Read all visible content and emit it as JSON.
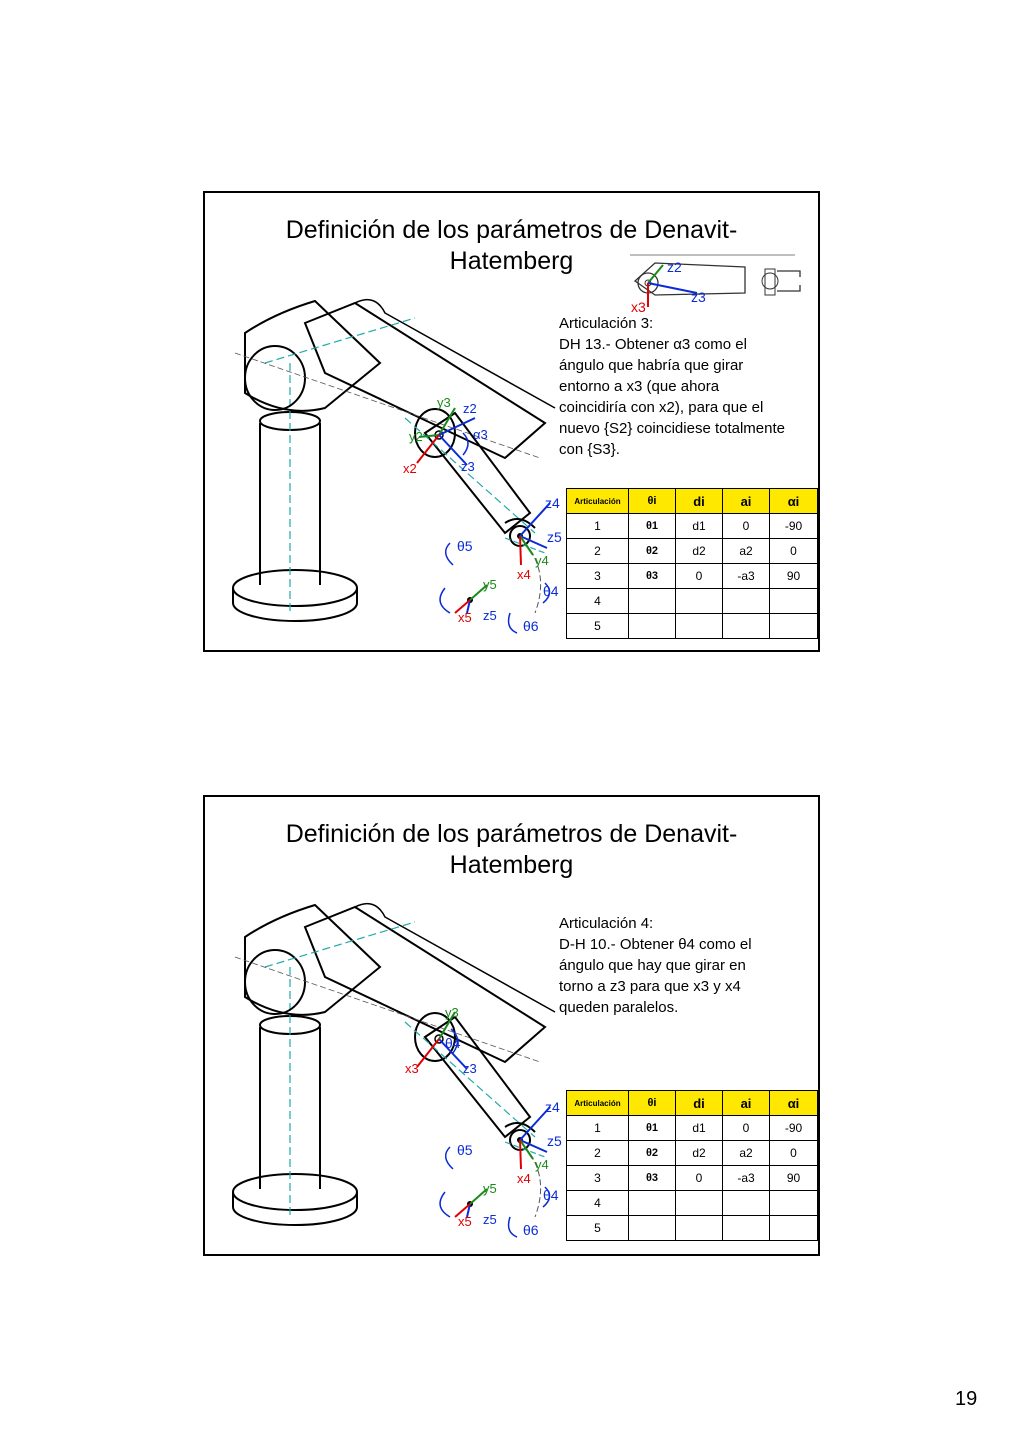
{
  "slides": [
    {
      "title_line1": "Definición de los parámetros de Denavit-",
      "title_line2": "Hatemberg",
      "desc_lines": [
        "Articulación 3:",
        "DH 13.- Obtener α3 como el",
        "ángulo que habría que girar",
        "entorno a x3 (que ahora",
        "coincidiría con x2), para que el",
        "nuevo {S2} coincidiese totalmente",
        "con {S3}."
      ],
      "inset_labels": {
        "z2": "z2",
        "z3": "z3",
        "x3": "x3"
      }
    },
    {
      "title_line1": "Definición de los parámetros de Denavit-",
      "title_line2": "Hatemberg",
      "desc_lines": [
        "Articulación 4:",
        "D-H 10.- Obtener θ4 como el",
        "ángulo que hay que girar en",
        "torno a z3 para que x3 y x4",
        "queden paralelos."
      ]
    }
  ],
  "dh_table": {
    "headers": [
      "Articulación",
      "θi",
      "di",
      "ai",
      "αi"
    ],
    "rows": [
      [
        "1",
        "θ1",
        "d1",
        "0",
        "-90"
      ],
      [
        "2",
        "θ2",
        "d2",
        "a2",
        "0"
      ],
      [
        "3",
        "θ3",
        "0",
        "-a3",
        "90"
      ],
      [
        "4",
        "",
        "",
        "",
        ""
      ],
      [
        "5",
        "",
        "",
        "",
        ""
      ]
    ]
  },
  "robot_labels": {
    "z4": "z4",
    "z5": "z5",
    "y4": "y4",
    "x4": "x4",
    "theta4": "θ4",
    "theta5": "θ5",
    "theta6": "θ6",
    "x5": "x5",
    "y5": "y5",
    "z3": "z3",
    "x3": "x3",
    "x2": "x2",
    "y2": "y2",
    "z2": "z2",
    "alpha3": "α3",
    "y3": "y3"
  },
  "colors": {
    "x_axis": "#e00000",
    "y_axis": "#1a8a1a",
    "z_axis": "#0b2bd6",
    "header": "#ffe800"
  },
  "page_number": "19"
}
